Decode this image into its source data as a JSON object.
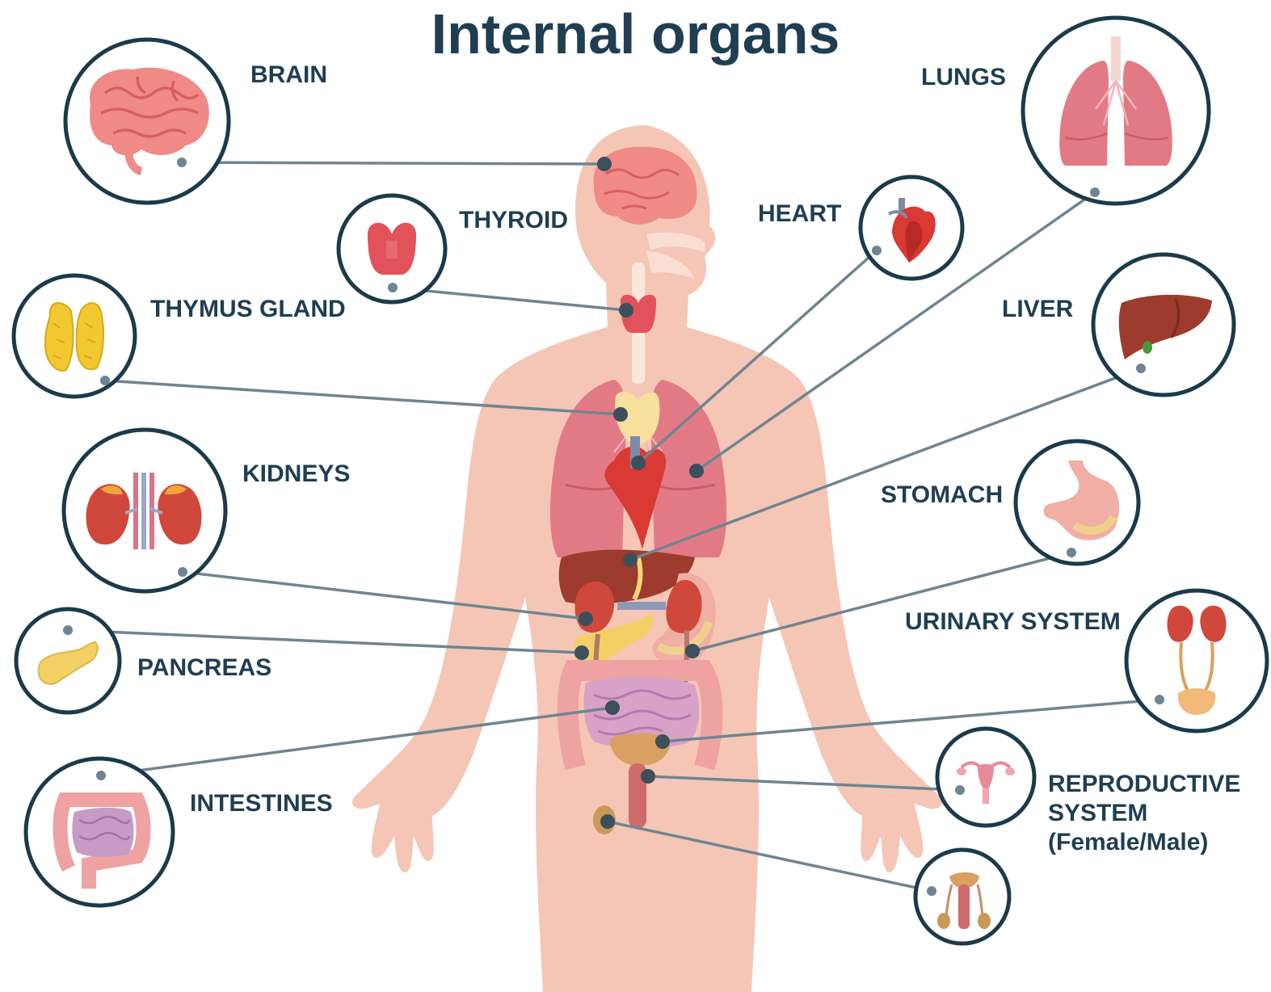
{
  "title": "Internal organs",
  "colors": {
    "text": "#1f3e52",
    "circle_stroke": "#1b3a4b",
    "leader_line": "#6f8591",
    "skin": "#f5c6b5",
    "skin_dark": "#eeb5a3",
    "organ_pink": "#e27a86",
    "organ_red": "#d9413e",
    "thymus_yellow": "#f2c830",
    "liver_brown": "#9d3b2e",
    "dot": "#3d4f5c"
  },
  "labels": {
    "brain": "BRAIN",
    "thyroid": "THYROID",
    "thymus": "THYMUS GLAND",
    "kidneys": "KIDNEYS",
    "pancreas": "PANCREAS",
    "intestines": "INTESTINES",
    "lungs": "LUNGS",
    "heart": "HEART",
    "liver": "LIVER",
    "stomach": "STOMACH",
    "urinary": "URINARY SYSTEM",
    "reproductive_line1": "REPRODUCTIVE",
    "reproductive_line2": "SYSTEM",
    "reproductive_line3": "(Female/Male)"
  },
  "icons": {
    "brain": "brain-icon",
    "thyroid": "thyroid-icon",
    "thymus": "thymus-icon",
    "kidneys": "kidneys-icon",
    "pancreas": "pancreas-icon",
    "intestines": "intestines-icon",
    "lungs": "lungs-icon",
    "heart": "heart-icon",
    "liver": "liver-icon",
    "stomach": "stomach-icon",
    "urinary": "urinary-system-icon",
    "reproductive_female": "female-reproductive-icon",
    "reproductive_male": "male-reproductive-icon"
  }
}
